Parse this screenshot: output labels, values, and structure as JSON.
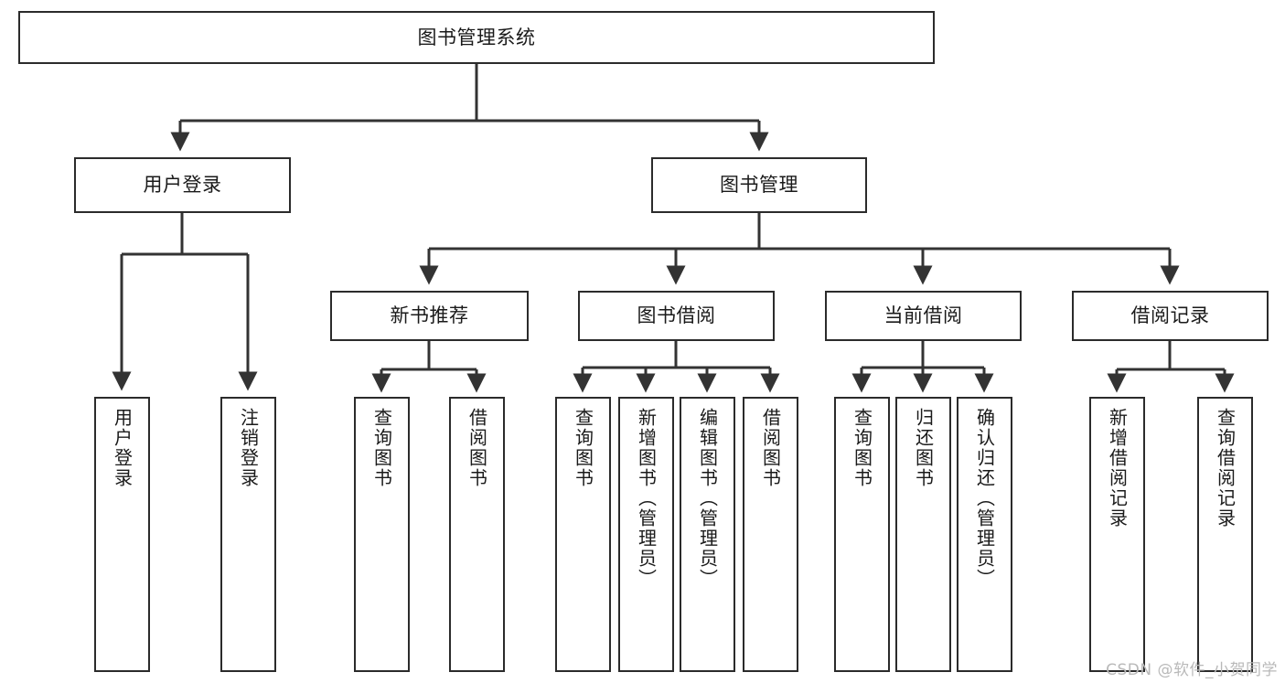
{
  "diagram": {
    "title": "图书管理系统",
    "type": "tree-hierarchy-diagram",
    "watermark": "CSDN @软件_小贺同学",
    "colors": {
      "box_border": "#2b2b2b",
      "box_fill": "#ffffff",
      "connector": "#333333",
      "text": "#1a1a1a",
      "watermark": "#b9b9b9"
    },
    "root": {
      "label": "图书管理系统"
    },
    "level2": [
      {
        "label": "用户登录"
      },
      {
        "label": "图书管理"
      }
    ],
    "level3": [
      {
        "label": "新书推荐"
      },
      {
        "label": "图书借阅"
      },
      {
        "label": "当前借阅"
      },
      {
        "label": "借阅记录"
      }
    ],
    "leaves": {
      "user_login": [
        {
          "label": "用户登录"
        },
        {
          "label": "注销登录"
        }
      ],
      "new_book_recommend": [
        {
          "label": "查询图书"
        },
        {
          "label": "借阅图书"
        }
      ],
      "book_borrow": [
        {
          "label": "查询图书"
        },
        {
          "label": "新增图书（管理员）"
        },
        {
          "label": "编辑图书（管理员）"
        },
        {
          "label": "借阅图书"
        }
      ],
      "current_borrow": [
        {
          "label": "查询图书"
        },
        {
          "label": "归还图书"
        },
        {
          "label": "确认归还（管理员）"
        }
      ],
      "borrow_record": [
        {
          "label": "新增借阅记录"
        },
        {
          "label": "查询借阅记录"
        }
      ]
    }
  }
}
